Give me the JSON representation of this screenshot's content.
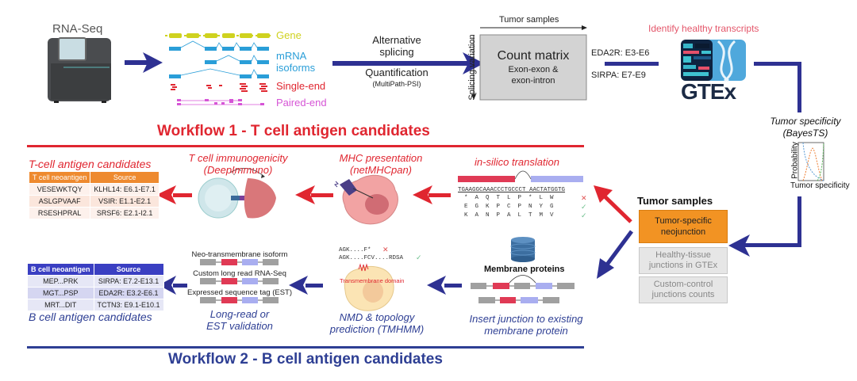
{
  "colors": {
    "workflow1": "#e02630",
    "workflow2": "#2e3f94",
    "gene": "#cfd21f",
    "mrna": "#2a9ed8",
    "single_end": "#e02630",
    "paired_end": "#d655d6",
    "tumor_specific_box": "#f29323",
    "identify_label": "#e4566a"
  },
  "rnaseq": {
    "label": "RNA-Seq"
  },
  "reads_legend": {
    "gene": "Gene",
    "mrna_isoforms": [
      "mRNA",
      "isoforms"
    ],
    "single_end": "Single-end",
    "paired_end": "Paired-end"
  },
  "alt_splicing": {
    "line1": "Alternative",
    "line2": "splicing",
    "line3": "Quantification",
    "line4": "(MultiPath-PSI)"
  },
  "count_matrix": {
    "x_axis": "Tumor samples",
    "y_axis": "Splicing variation",
    "title": "Count matrix",
    "sub1": "Exon-exon &",
    "sub2": "exon-intron"
  },
  "junction_examples": [
    "EDA2R: E3-E6",
    "SIRPA: E7-E9"
  ],
  "gtex": {
    "identify_label": "Identify healthy transcripts",
    "logo_text": "GTEx"
  },
  "bayests": {
    "title_line1": "Tumor specificity",
    "title_line2": "(BayesTS)",
    "y_label": "Probability",
    "x_label": "Tumor specificity"
  },
  "workflow1": {
    "title": "Workflow 1 - T cell antigen candidates",
    "table_title": "T-cell antigen candidates",
    "table_headers": [
      "T cell neoantigen",
      "Source"
    ],
    "table_rows": [
      [
        "VESEWKTQY",
        "KLHL14: E6.1-E7.1"
      ],
      [
        "ASLGPVAAF",
        "VSIR: E1.1-E2.1"
      ],
      [
        "RSESHPRAL",
        "SRSF6: E2.1-I2.1"
      ]
    ],
    "immunogenicity": [
      "T cell immunogenicity",
      "(DeepImmuno)"
    ],
    "mhc": [
      "MHC presentation",
      "(netMHCpan)"
    ],
    "translation": {
      "title": "in-silico translation",
      "dna": "TGAAGGCAAACCCTGCCCT AACTATGGTG",
      "frames": [
        {
          "aa": "*  A  Q  T  L  P  *  L  W",
          "mark": "✕",
          "valid": false
        },
        {
          "aa": "E  G  K  P  C  P  N  Y  G",
          "mark": "✓",
          "valid": true
        },
        {
          "aa": "K  A  N  P  A  L  T  M  V",
          "mark": "✓",
          "valid": true
        }
      ]
    }
  },
  "tumor_samples": {
    "title": "Tumor samples",
    "boxes": [
      "Tumor-specific neojunction",
      "Healthy-tissue junctions in GTEx",
      "Custom-control junctions counts"
    ]
  },
  "workflow2": {
    "title": "Workflow 2 - B cell antigen candidates",
    "table_title": "B cell antigen candidates",
    "table_headers": [
      "B cell neoantigen",
      "Source"
    ],
    "table_rows": [
      [
        "MEP...PRK",
        "SIRPA: E7.2-E13.1"
      ],
      [
        "MGT...PSP",
        "EDA2R: E3.2-E6.1"
      ],
      [
        "MRT...DIT",
        "TCTN3: E9.1-E10.1"
      ]
    ],
    "validation_tracks": [
      "Neo-transmembrane isoform",
      "Custom long read RNA-Seq",
      "Expressed sequence tag (EST)"
    ],
    "validation_caption": [
      "Long-read or",
      "EST validation"
    ],
    "nmd_seqs": [
      {
        "seq": "AGK....F*",
        "mark": "✕",
        "valid": false
      },
      {
        "seq": "AGK....FCV....RDSA",
        "mark": "✓",
        "valid": true
      }
    ],
    "tm_domain_label": "Transmembrane domain",
    "nmd_caption": [
      "NMD & topology",
      "prediction (TMHMM)"
    ],
    "membrane_label": "Membrane proteins",
    "insert_caption": [
      "Insert junction to existing",
      "membrane protein"
    ]
  }
}
